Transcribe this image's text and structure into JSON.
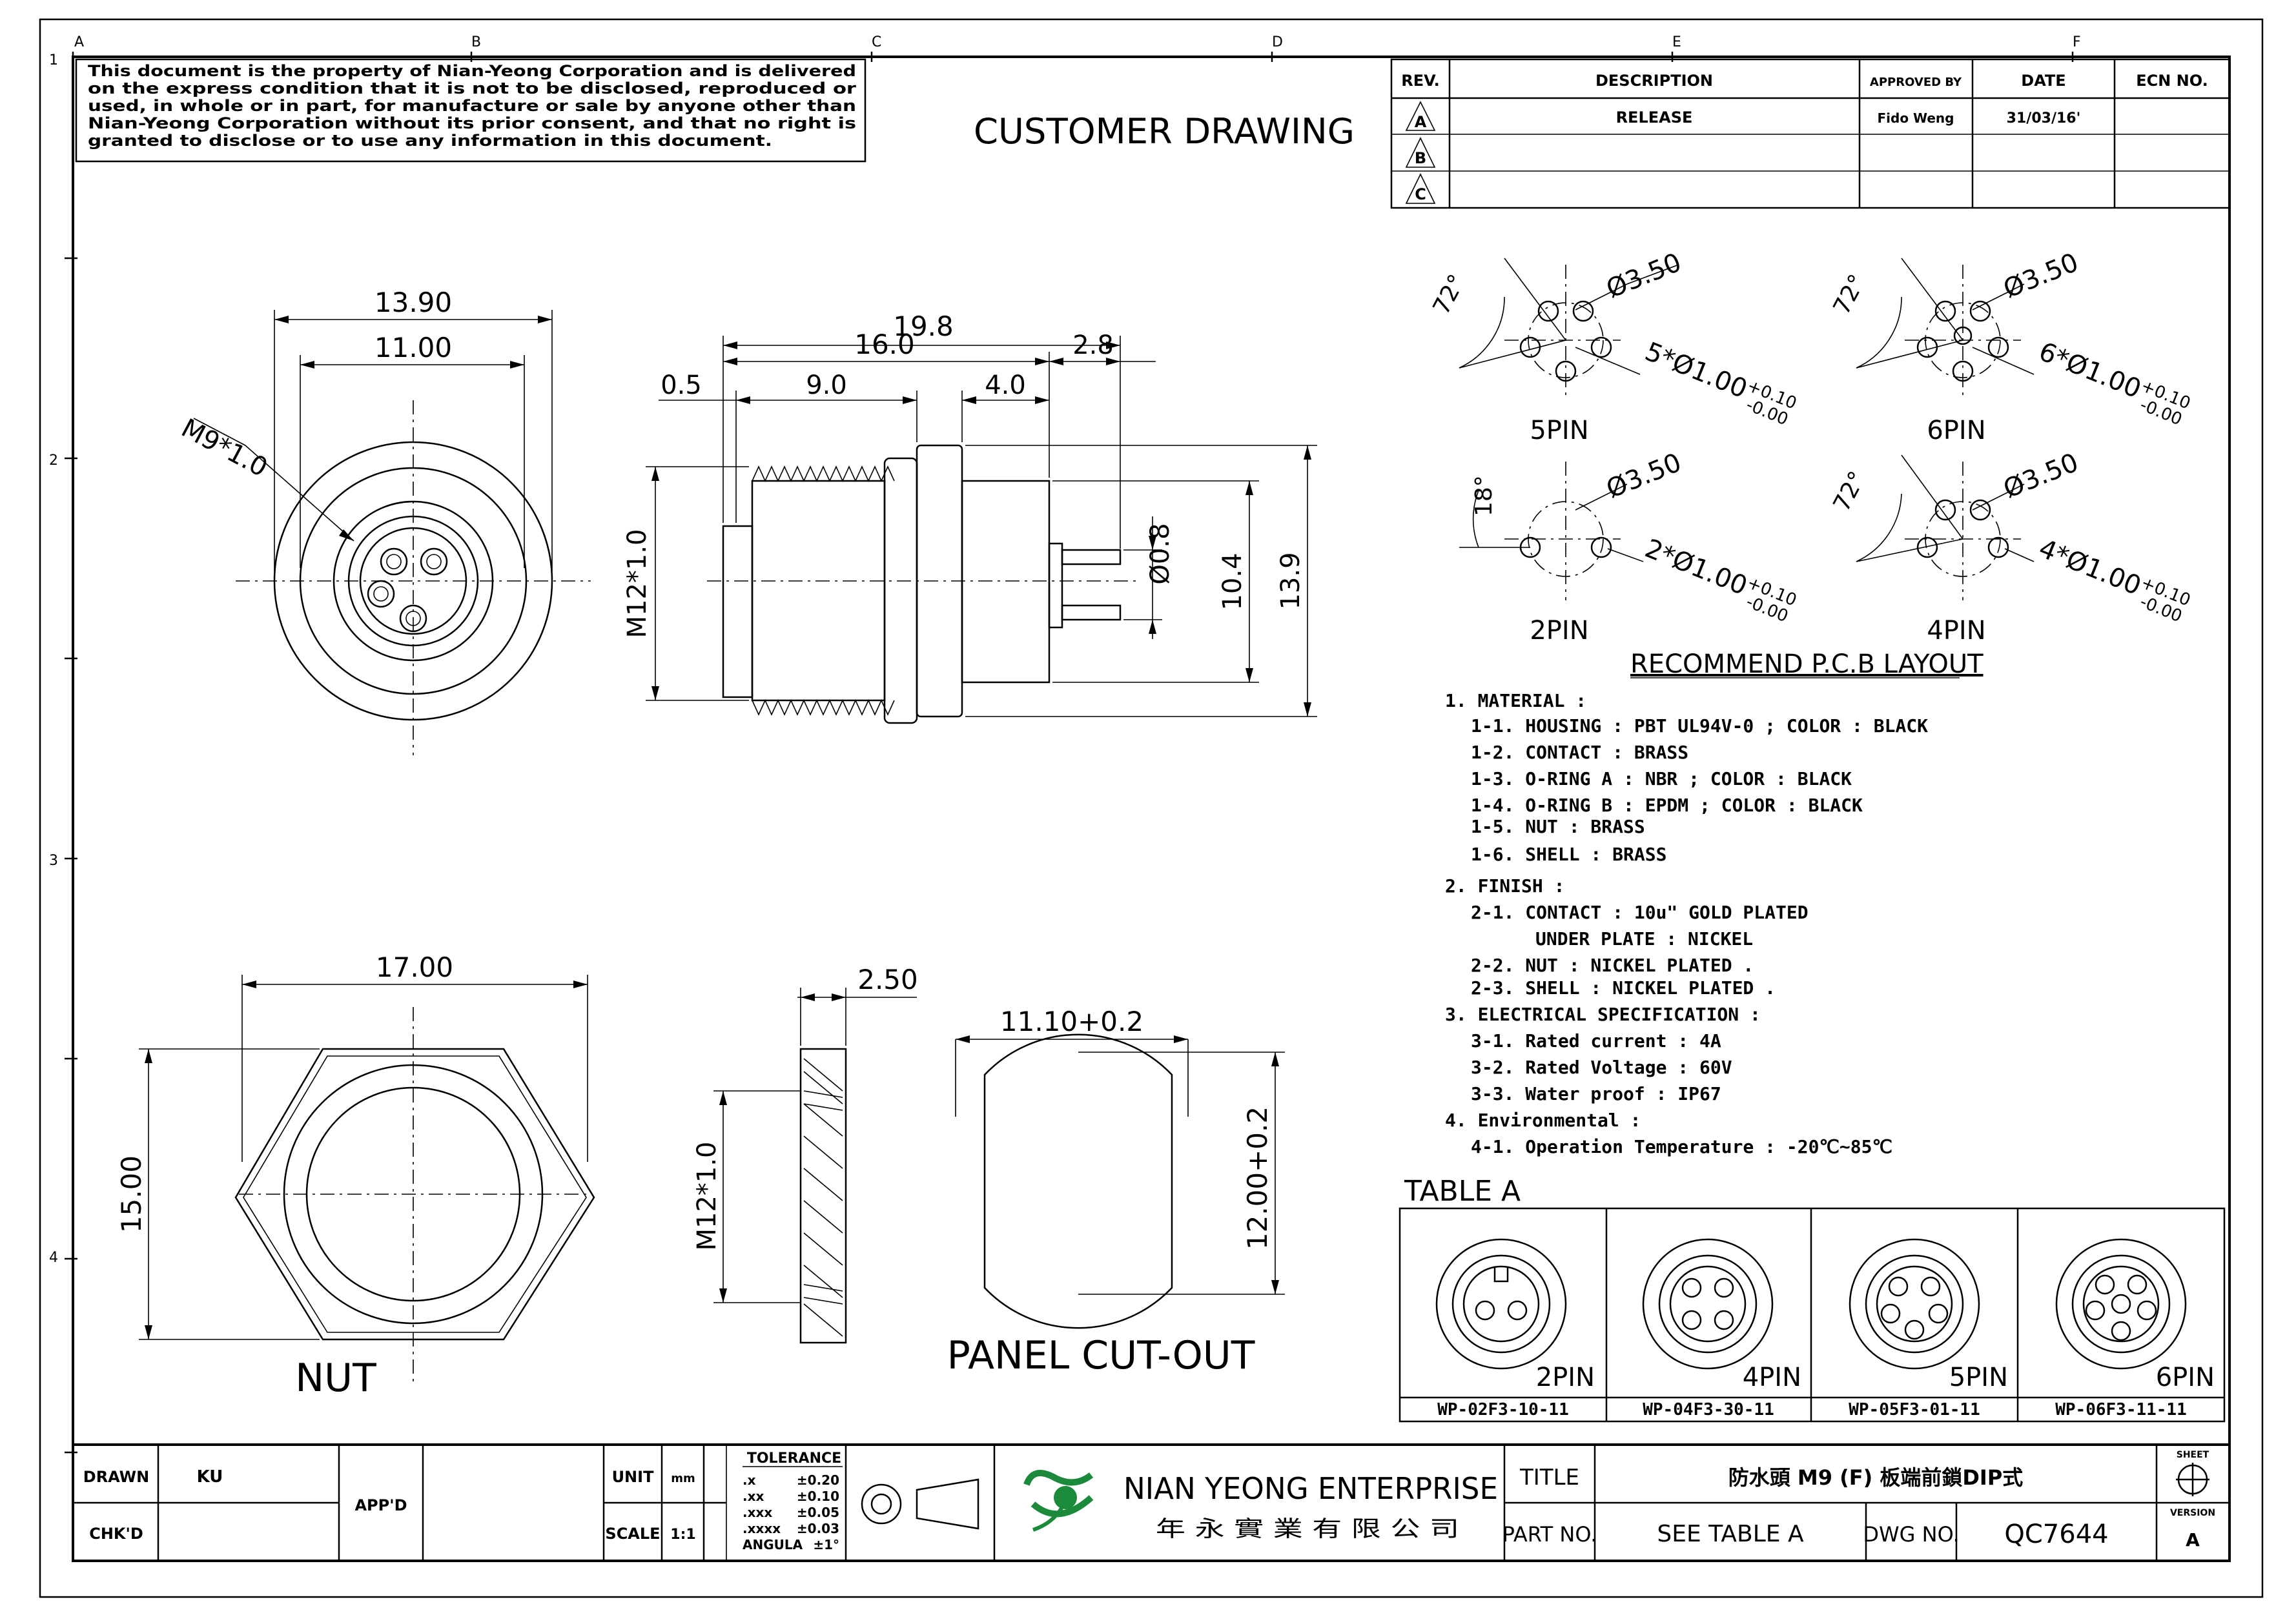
{
  "border": {
    "columns": [
      "A",
      "B",
      "C",
      "D",
      "E",
      "F"
    ],
    "rows": [
      "1",
      "2",
      "3",
      "4"
    ]
  },
  "notice_lines": [
    "This document is the property of Nian-Yeong Corporation and is delivered",
    "on  the  express condition that it is not to be disclosed, reproduced or",
    "used, in whole or in part, for manufacture or sale by anyone other than",
    "Nian-Yeong Corporation without  its prior consent, and that  no right  is",
    "granted to disclose or to use any information in this  document."
  ],
  "drawing_title": "CUSTOMER  DRAWING",
  "revision": {
    "headers": [
      "REV.",
      "DESCRIPTION",
      "APPROVED BY",
      "DATE",
      "ECN NO."
    ],
    "rows": [
      {
        "rev": "A",
        "description": "RELEASE",
        "approved_by": "Fido Weng",
        "date": "31/03/16'",
        "ecn": ""
      },
      {
        "rev": "B",
        "description": "",
        "approved_by": "",
        "date": "",
        "ecn": ""
      },
      {
        "rev": "C",
        "description": "",
        "approved_by": "",
        "date": "",
        "ecn": ""
      }
    ]
  },
  "front_view": {
    "dim_outer": "13.90",
    "dim_inner": "11.00",
    "thread": "M9*1.0"
  },
  "side_view": {
    "dim_total": "19.8",
    "dim_body": "16.0",
    "dim_pin": "2.8",
    "dim_flange": "0.5",
    "dim_thread": "9.0",
    "dim_rear": "4.0",
    "dim_thread_dia": "M12*1.0",
    "dim_pin_dia": "Ø0.8",
    "dim_body_dia": "10.4",
    "dim_flange_dia": "13.9"
  },
  "pcb": {
    "title": "RECOMMEND P.C.B LAYOUT",
    "layouts": [
      {
        "name": "5PIN",
        "angle": "72°",
        "circle": "Ø3.50",
        "holes_base": "5*Ø1.00",
        "tol_plus": "+0.10",
        "tol_minus": "-0.00"
      },
      {
        "name": "6PIN",
        "angle": "72°",
        "circle": "Ø3.50",
        "holes_base": "6*Ø1.00",
        "tol_plus": "+0.10",
        "tol_minus": "-0.00"
      },
      {
        "name": "2PIN",
        "angle": "18°",
        "circle": "Ø3.50",
        "holes_base": "2*Ø1.00",
        "tol_plus": "+0.10",
        "tol_minus": "-0.00"
      },
      {
        "name": "4PIN",
        "angle": "72°",
        "circle": "Ø3.50",
        "holes_base": "4*Ø1.00",
        "tol_plus": "+0.10",
        "tol_minus": "-0.00"
      }
    ]
  },
  "specs": [
    "1.  MATERIAL  :",
    "1-1.  HOUSING  :  PBT  UL94V-0  ;  COLOR  :  BLACK",
    "1-2.  CONTACT  :  BRASS",
    "1-3.  O-RING  A  :  NBR  ;  COLOR  :  BLACK",
    "1-4.  O-RING  B  :  EPDM  ;  COLOR  :  BLACK",
    "1-5.  NUT  :  BRASS",
    "1-6.  SHELL  :  BRASS",
    "2.  FINISH  :",
    "2-1.  CONTACT  :  10u\"  GOLD  PLATED",
    "UNDER  PLATE  :  NICKEL",
    "2-2.  NUT  :  NICKEL  PLATED  .",
    "2-3.  SHELL  :  NICKEL  PLATED  .",
    "3.  ELECTRICAL  SPECIFICATION  :",
    "3-1.  Rated  current  :  4A",
    "3-2.  Rated  Voltage  :  60V",
    "3-3.  Water  proof  :  IP67",
    "4.  Environmental  :",
    "4-1.  Operation  Temperature  :  -20℃~85℃"
  ],
  "nut_view": {
    "dim_width": "17.00",
    "dim_height": "15.00",
    "label": "NUT",
    "dim_thickness": "2.50",
    "dim_thread": "M12*1.0"
  },
  "cutout": {
    "dim_width": "11.10+0.2",
    "dim_height": "12.00+0.2",
    "label": "PANEL  CUT-OUT"
  },
  "table_a": {
    "title": "TABLE  A",
    "entries": [
      {
        "pins": "2PIN",
        "part": "WP-02F3-10-11"
      },
      {
        "pins": "4PIN",
        "part": "WP-04F3-30-11"
      },
      {
        "pins": "5PIN",
        "part": "WP-05F3-01-11"
      },
      {
        "pins": "6PIN",
        "part": "WP-06F3-11-11"
      }
    ]
  },
  "title_block": {
    "drawn_label": "DRAWN",
    "drawn_value": "KU",
    "chkd_label": "CHK'D",
    "appd_label": "APP'D",
    "unit_label": "UNIT",
    "unit_value": "mm",
    "scale_label": "SCALE",
    "scale_value": "1:1",
    "tolerance_label": "TOLERANCE",
    "tolerances": [
      {
        "k": ".x",
        "v": "±0.20"
      },
      {
        "k": ".xx",
        "v": "±0.10"
      },
      {
        "k": ".xxx",
        "v": "±0.05"
      },
      {
        "k": ".xxxx",
        "v": "±0.03"
      },
      {
        "k": "ANGULA",
        "v": "±1°"
      }
    ],
    "company_en": "NIAN YEONG ENTERPRISE",
    "company_zh": "年 永 實 業 有 限 公 司",
    "title_label": "TITLE",
    "title_value": "防水頭  M9  (F)  板端前鎖DIP式",
    "partno_label": "PART NO.",
    "partno_value": "SEE  TABLE  A",
    "dwgno_label": "DWG NO.",
    "dwgno_value": "QC7644",
    "sheet_label": "SHEET",
    "version_label": "VERSION",
    "version_value": "A"
  }
}
